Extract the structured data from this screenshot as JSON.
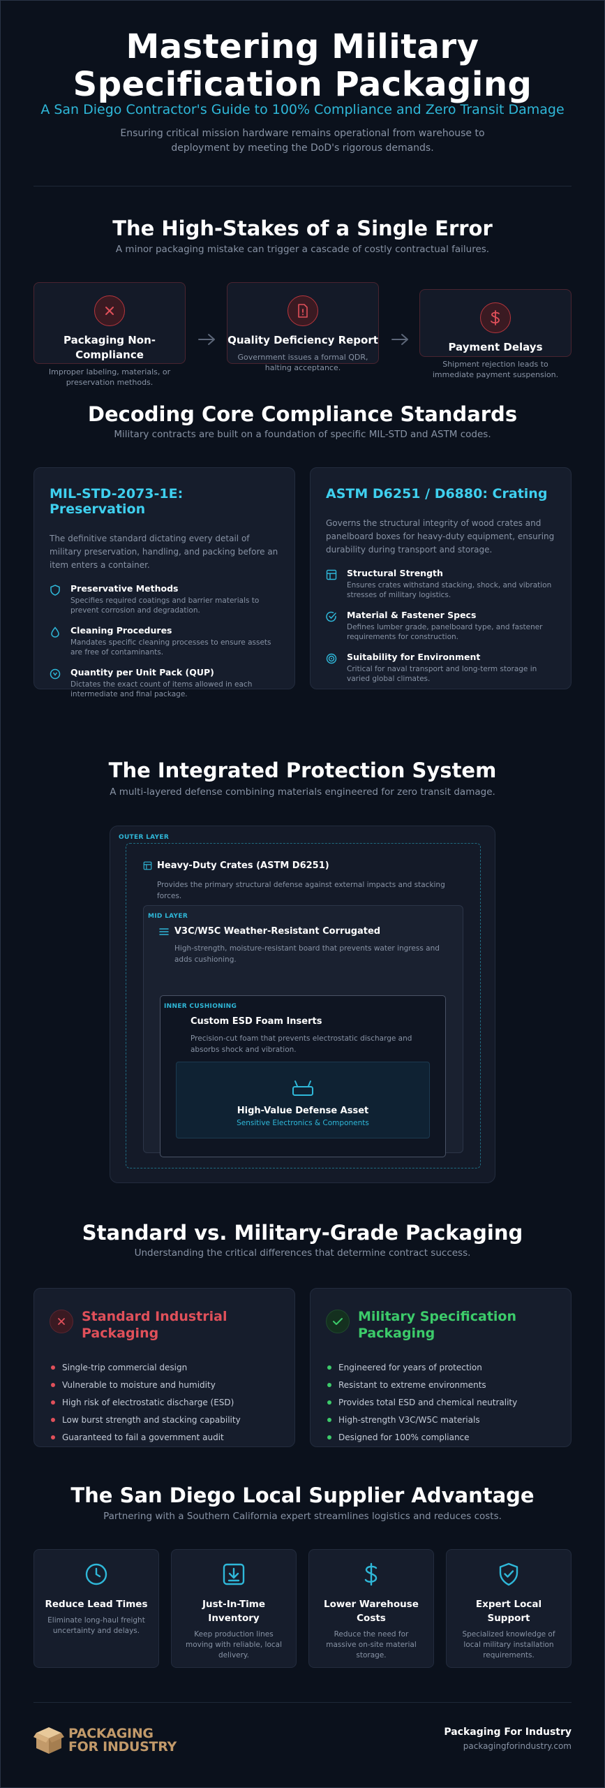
{
  "hero": {
    "title": "Mastering Military Specification Packaging",
    "subtitle": "A San Diego Contractor's Guide to 100% Compliance and Zero Transit Damage",
    "description": "Ensuring critical mission hardware remains operational from warehouse to deployment by meeting the DoD's rigorous demands."
  },
  "stakes": {
    "title": "The High-Stakes of a Single Error",
    "subtitle": "A minor packaging mistake can trigger a cascade of costly contractual failures.",
    "cards": [
      {
        "icon": "x-icon",
        "title": "Packaging Non-Compliance",
        "desc": "Improper labeling, materials, or preservation methods."
      },
      {
        "icon": "file-alert-icon",
        "title": "Quality Deficiency Report",
        "desc": "Government issues a formal QDR, halting acceptance."
      },
      {
        "icon": "dollar-icon",
        "title": "Payment Delays",
        "desc": "Shipment rejection leads to immediate payment suspension."
      }
    ]
  },
  "standards": {
    "title": "Decoding Core Compliance Standards",
    "subtitle": "Military contracts are built on a foundation of specific MIL-STD and ASTM codes.",
    "cards": [
      {
        "title": "MIL-STD-2073-1E: Preservation",
        "desc": "The definitive standard dictating every detail of military preservation, handling, and packing before an item enters a container.",
        "features": [
          {
            "icon": "shield-icon",
            "title": "Preservative Methods",
            "desc": "Specifies required coatings and barrier materials to prevent corrosion and degradation."
          },
          {
            "icon": "droplet-icon",
            "title": "Cleaning Procedures",
            "desc": "Mandates specific cleaning processes to ensure assets are free of contaminants."
          },
          {
            "icon": "package-icon",
            "title": "Quantity per Unit Pack (QUP)",
            "desc": "Dictates the exact count of items allowed in each intermediate and final package."
          }
        ]
      },
      {
        "title": "ASTM D6251 / D6880: Crating",
        "desc": "Governs the structural integrity of wood crates and panelboard boxes for heavy-duty equipment, ensuring durability during transport and storage.",
        "features": [
          {
            "icon": "grid-icon",
            "title": "Structural Strength",
            "desc": "Ensures crates withstand stacking, shock, and vibration stresses of military logistics."
          },
          {
            "icon": "check-circle-icon",
            "title": "Material & Fastener Specs",
            "desc": "Defines lumber grade, panelboard type, and fastener requirements for construction."
          },
          {
            "icon": "globe-icon",
            "title": "Suitability for Environment",
            "desc": "Critical for naval transport and long-term storage in varied global climates."
          }
        ]
      }
    ]
  },
  "protection": {
    "title": "The Integrated Protection System",
    "subtitle": "A multi-layered defense combining materials engineered for zero transit damage.",
    "outer": {
      "label": "OUTER LAYER",
      "title": "Heavy-Duty Crates (ASTM D6251)",
      "desc": "Provides the primary structural defense against external impacts and stacking forces."
    },
    "mid": {
      "label": "MID LAYER",
      "title": "V3C/W5C Weather-Resistant Corrugated",
      "desc": "High-strength, moisture-resistant board that prevents water ingress and adds cushioning."
    },
    "inner": {
      "label": "INNER CUSHIONING",
      "title": "Custom ESD Foam Inserts",
      "desc": "Precision-cut foam that prevents electrostatic discharge and absorbs shock and vibration."
    },
    "asset": {
      "title": "High-Value Defense Asset",
      "subtitle": "Sensitive Electronics & Components"
    }
  },
  "comparison": {
    "title": "Standard vs. Military-Grade Packaging",
    "subtitle": "Understanding the critical differences that determine contract success.",
    "standard": {
      "title": "Standard Industrial Packaging",
      "items": [
        "Single-trip commercial design",
        "Vulnerable to moisture and humidity",
        "High risk of electrostatic discharge (ESD)",
        "Low burst strength and stacking capability",
        "Guaranteed to fail a government audit"
      ]
    },
    "military": {
      "title": "Military Specification Packaging",
      "items": [
        "Engineered for years of protection",
        "Resistant to extreme environments",
        "Provides total ESD and chemical neutrality",
        "High-strength V3C/W5C materials",
        "Designed for 100% compliance"
      ]
    }
  },
  "advantage": {
    "title": "The San Diego Local Supplier Advantage",
    "subtitle": "Partnering with a Southern California expert streamlines logistics and reduces costs.",
    "cards": [
      {
        "icon": "clock-icon",
        "title": "Reduce Lead Times",
        "desc": "Eliminate long-haul freight uncertainty and delays."
      },
      {
        "icon": "download-box-icon",
        "title": "Just-In-Time Inventory",
        "desc": "Keep production lines moving with reliable, local delivery."
      },
      {
        "icon": "dollar-icon",
        "title": "Lower Warehouse Costs",
        "desc": "Reduce the need for massive on-site material storage."
      },
      {
        "icon": "shield-check-icon",
        "title": "Expert Local Support",
        "desc": "Specialized knowledge of local military installation requirements."
      }
    ]
  },
  "footer": {
    "logo_line1": "PACKAGING",
    "logo_line2": "FOR INDUSTRY",
    "company": "Packaging For Industry",
    "url": "packagingforindustry.com"
  },
  "colors": {
    "accent": "#2fb8d9",
    "danger": "#e0505a",
    "success": "#3ccb6a",
    "background": "#0b111c",
    "brand": "#c29a6a"
  }
}
